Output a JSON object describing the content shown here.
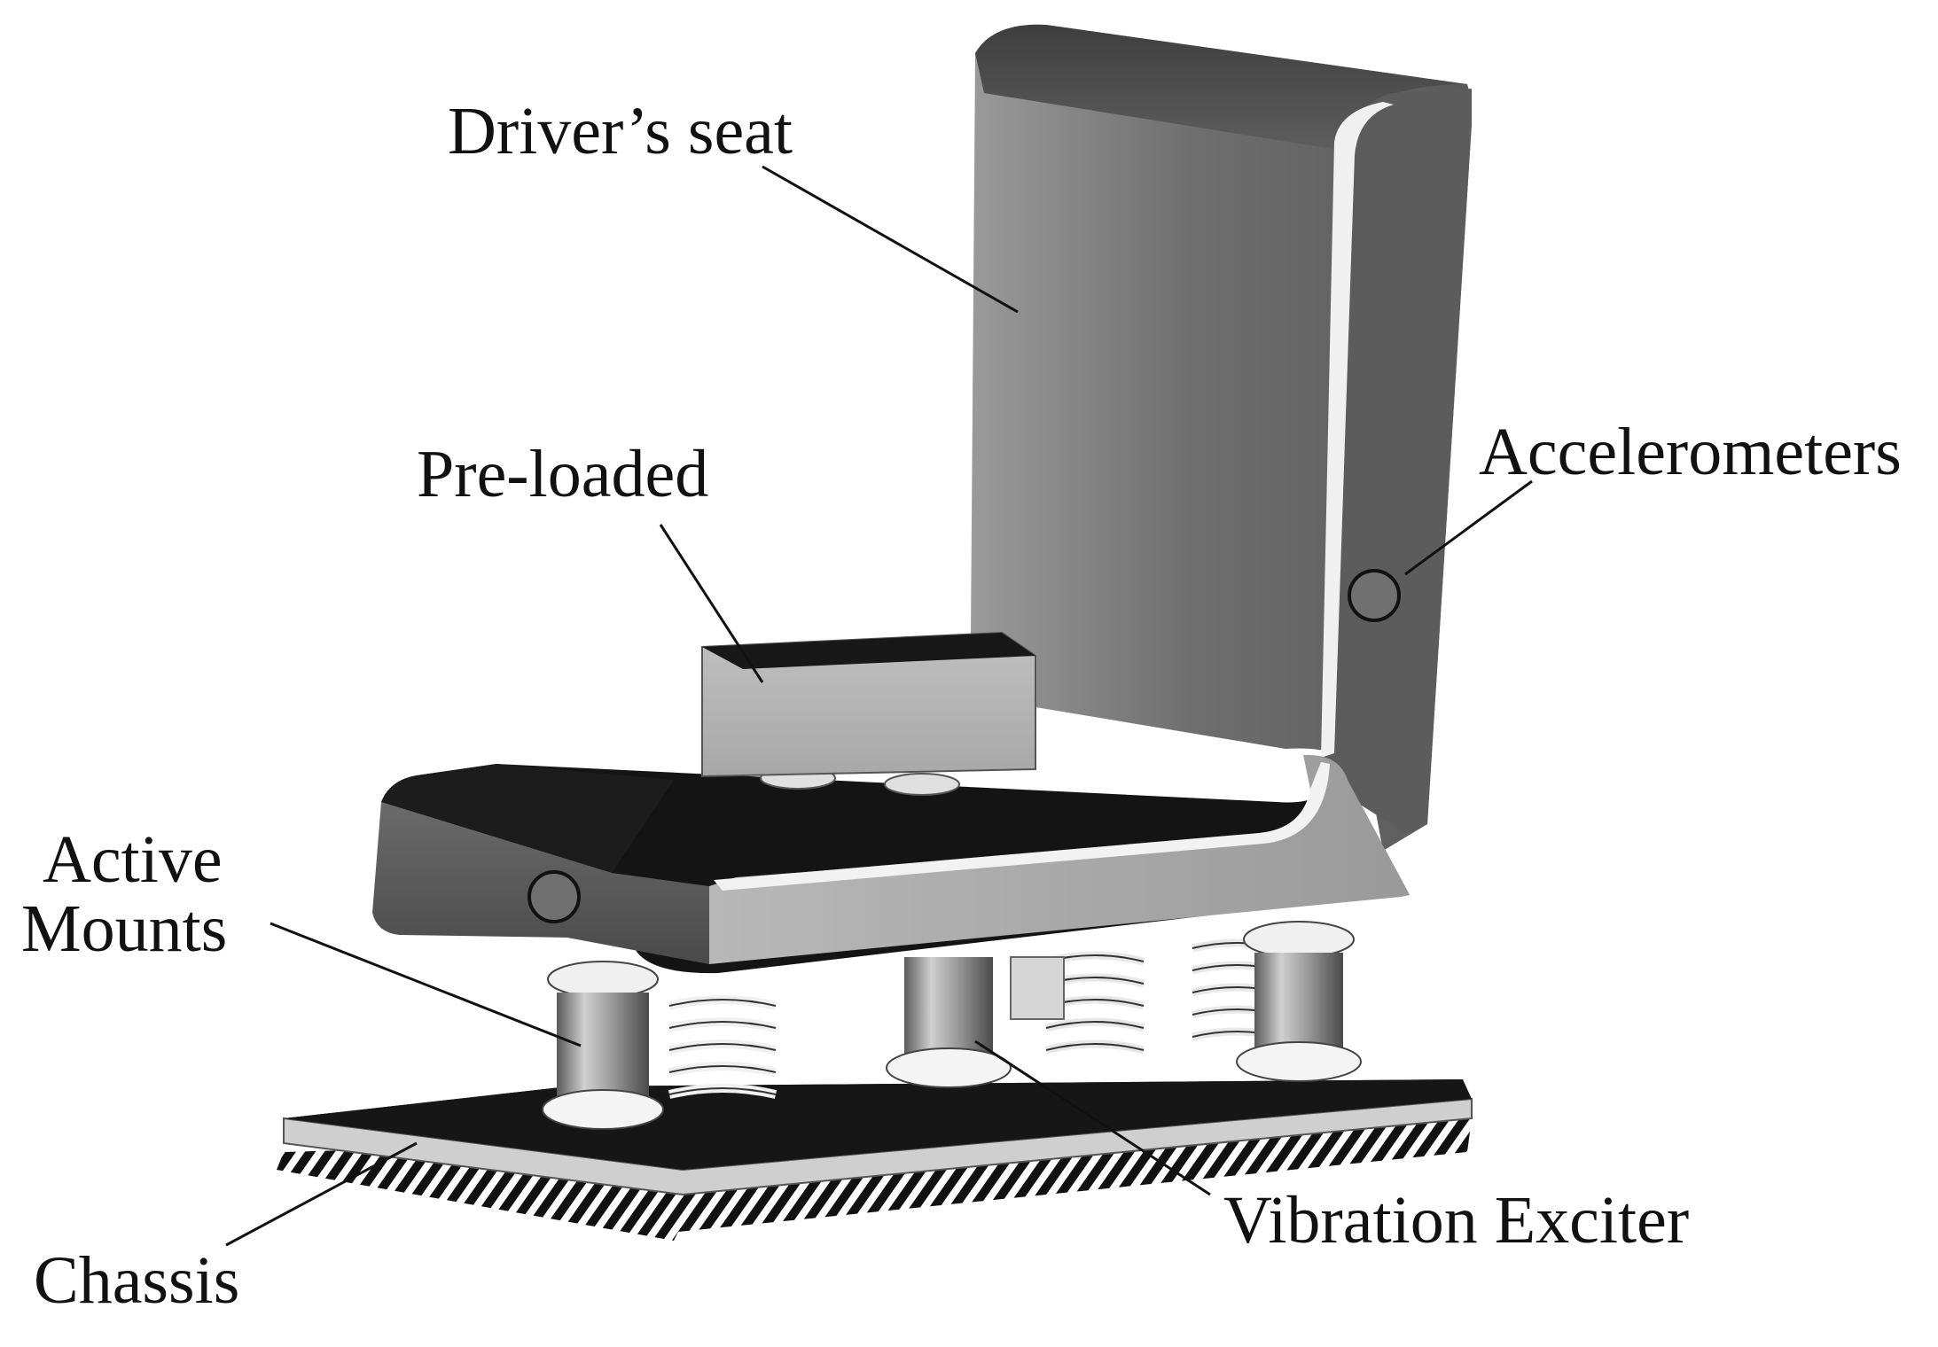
{
  "diagram": {
    "labels": {
      "drivers_seat": "Driver’s seat",
      "pre_loaded": "Pre-loaded",
      "accelerometers": "Accelerometers",
      "active_mounts_line1": "Active",
      "active_mounts_line2": "Mounts",
      "vibration_exciter": "Vibration Exciter",
      "chassis": "Chassis"
    },
    "colors": {
      "seat_dark": "#4a4a4a",
      "seat_mid": "#8a8a8a",
      "seat_light": "#d8d8d8",
      "base_black": "#111111",
      "sensor_grey": "#707070"
    }
  }
}
